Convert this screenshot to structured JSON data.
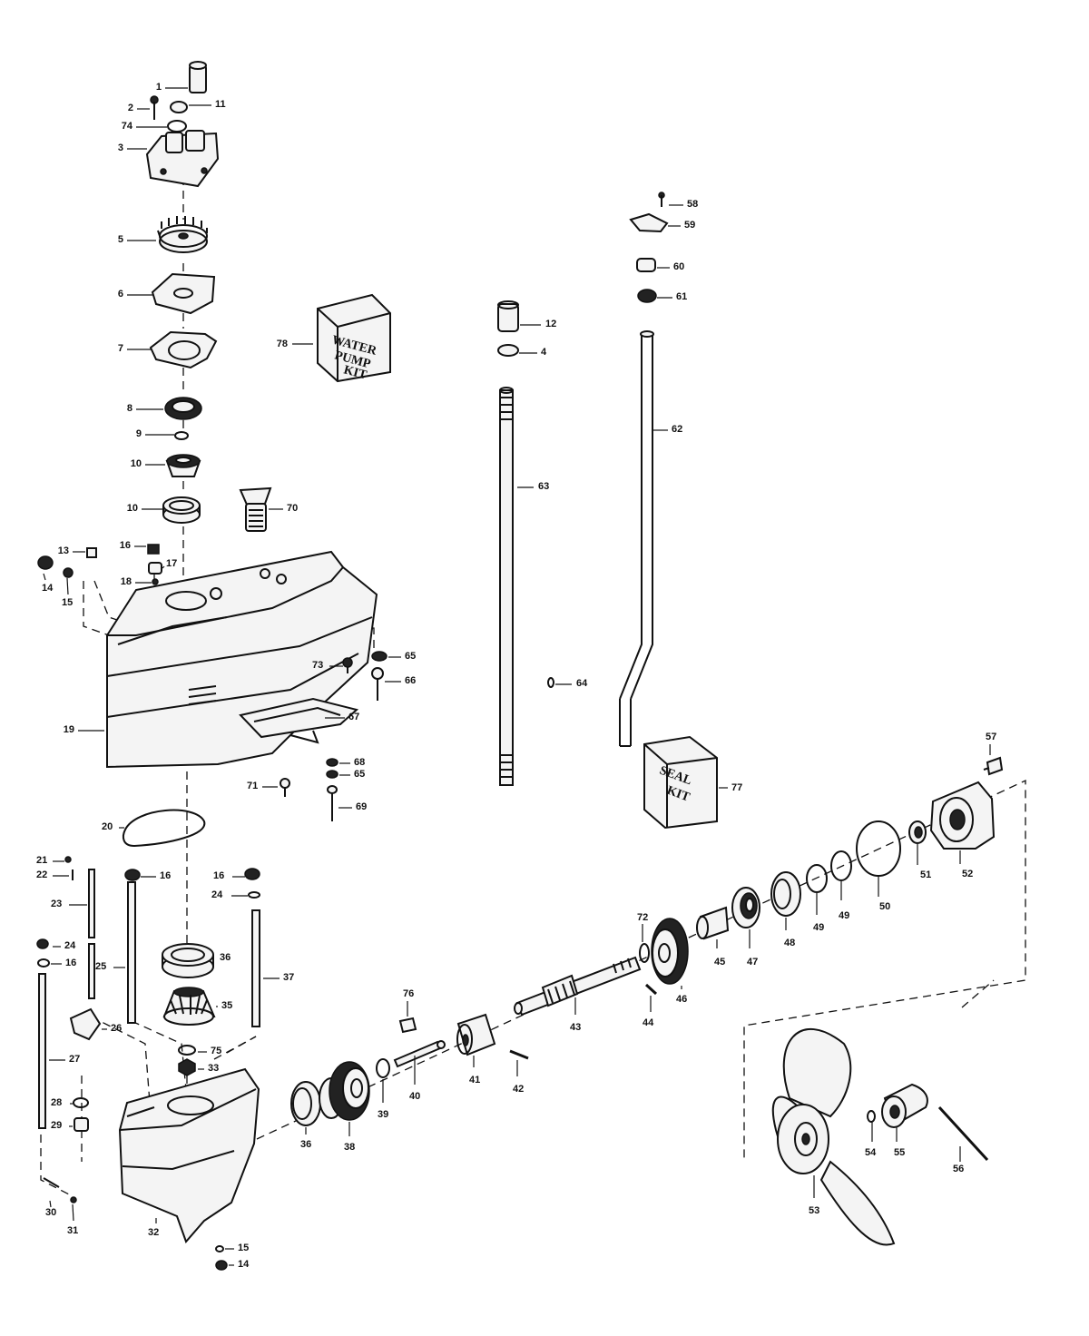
{
  "kits": {
    "water_pump": {
      "number": "78",
      "line1": "WATER",
      "line2": "PUMP",
      "line3": "KIT"
    },
    "seal": {
      "number": "77",
      "line1": "SEAL",
      "line2": "KIT"
    }
  },
  "callouts": [
    "1",
    "2",
    "11",
    "74",
    "3",
    "5",
    "6",
    "7",
    "8",
    "9",
    "10",
    "10",
    "70",
    "16",
    "13",
    "17",
    "18",
    "14",
    "15",
    "19",
    "73",
    "65",
    "66",
    "67",
    "71",
    "68",
    "65",
    "69",
    "20",
    "21",
    "22",
    "23",
    "16",
    "16",
    "24",
    "24",
    "16",
    "25",
    "37",
    "36",
    "35",
    "26",
    "27",
    "75",
    "33",
    "28",
    "29",
    "30",
    "31",
    "32",
    "15",
    "14",
    "36",
    "38",
    "39",
    "40",
    "41",
    "42",
    "43",
    "44",
    "76",
    "72",
    "46",
    "45",
    "47",
    "48",
    "49",
    "49",
    "50",
    "51",
    "52",
    "57",
    "53",
    "54",
    "55",
    "56",
    "12",
    "4",
    "63",
    "64",
    "58",
    "59",
    "60",
    "61",
    "62"
  ]
}
